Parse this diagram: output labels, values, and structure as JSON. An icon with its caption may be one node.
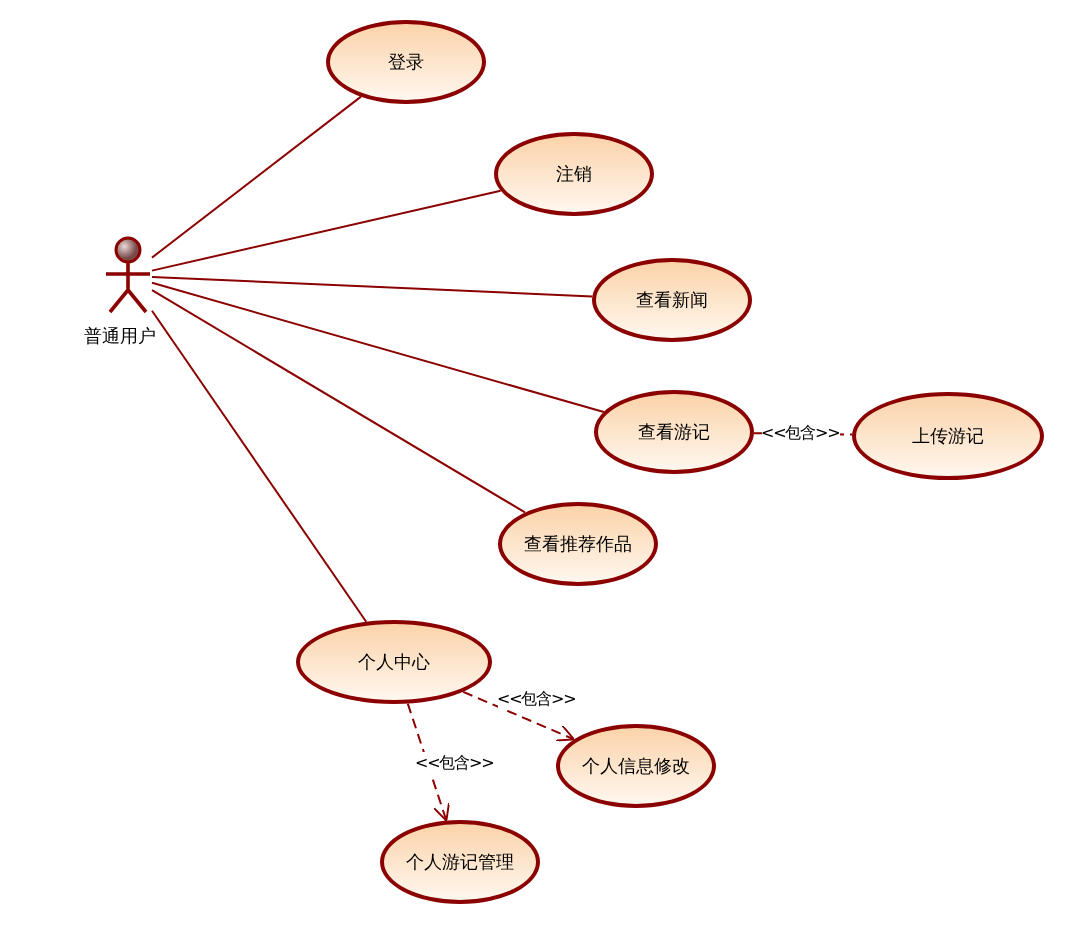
{
  "diagram": {
    "nodes": [
      {
        "text": [
          "普通用户"
        ]
      },
      {
        "text": [
          "登录"
        ]
      },
      {
        "text": [
          "注销"
        ]
      },
      {
        "text": [
          "查看新闻"
        ]
      },
      {
        "text": [
          "查看游记"
        ]
      },
      {
        "text": [
          "上传游记"
        ]
      },
      {
        "text": [
          "查看推荐作品"
        ]
      },
      {
        "text": [
          "个人中心"
        ]
      },
      {
        "text": [
          "个人信息修改"
        ]
      },
      {
        "text": [
          "个人游记管理"
        ]
      }
    ],
    "edges": [
      {
        "from": 0,
        "to": 1,
        "arrow": "none"
      },
      {
        "from": 0,
        "to": 2,
        "arrow": "none"
      },
      {
        "from": 0,
        "to": 3,
        "arrow": "none"
      },
      {
        "from": 0,
        "to": 4,
        "arrow": "none"
      },
      {
        "from": 0,
        "to": 6,
        "arrow": "none"
      },
      {
        "from": 0,
        "to": 7,
        "arrow": "none"
      },
      {
        "from": 4,
        "to": 5,
        "arrow": "none",
        "style": "dashed",
        "label": "<<包含>>"
      },
      {
        "from": 7,
        "to": 8,
        "arrow": "to",
        "style": "dashed",
        "label": "<<包含>>"
      },
      {
        "from": 7,
        "to": 9,
        "arrow": "to",
        "style": "dashed",
        "label": "<<包含>>"
      }
    ]
  }
}
